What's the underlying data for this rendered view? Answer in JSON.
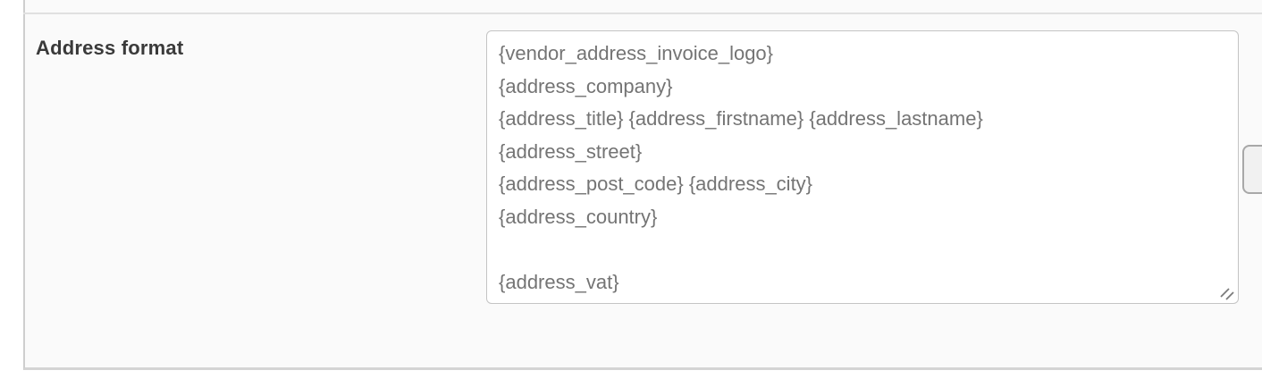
{
  "form_row": {
    "label": "Address format",
    "textarea": {
      "value": "{vendor_address_invoice_logo}\n{address_company}\n{address_title} {address_firstname} {address_lastname}\n{address_street}\n{address_post_code} {address_city}\n{address_country}\n\n{address_vat}",
      "placeholders": [
        "{vendor_address_invoice_logo}",
        "{address_company}",
        "{address_title}",
        "{address_firstname}",
        "{address_lastname}",
        "{address_street}",
        "{address_post_code}",
        "{address_city}",
        "{address_country}",
        "{address_vat}"
      ]
    },
    "side_button_label": ""
  },
  "colors": {
    "panel_background": "#fafafa",
    "panel_left_border": "#cecece",
    "panel_bottom_border": "#d4d4d4",
    "row_divider": "#e0e0e0",
    "label_text": "#3a3a3a",
    "textarea_border": "#c4c4c4",
    "textarea_text": "#747474",
    "side_button_background": "#f1f1f1",
    "side_button_border": "#a8a8a8"
  }
}
